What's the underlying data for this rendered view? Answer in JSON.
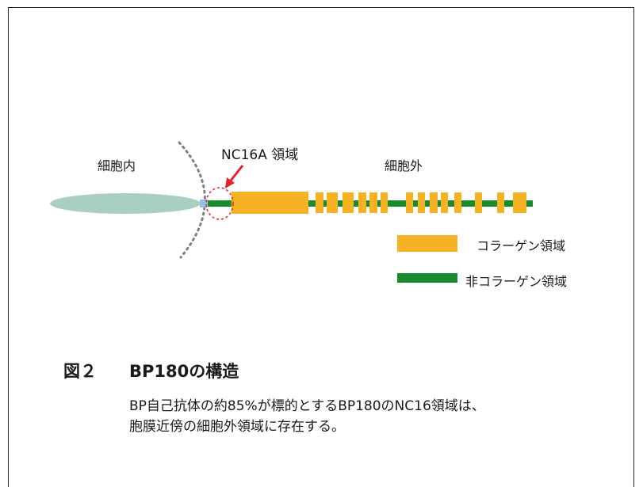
{
  "diagram": {
    "label_intracellular": "細胞内",
    "label_nc16a": "NC16A 領域",
    "label_extracellular": "細胞外",
    "colors": {
      "collagen": "#f5b324",
      "non_collagen": "#1a8a2e",
      "intracellular_domain": "#a9cfc0",
      "membrane": "#808080",
      "arrow": "#e8202a",
      "highlight_circle": "#e8202a"
    },
    "legend": [
      {
        "key": "collagen",
        "label": "コラーゲン領域"
      },
      {
        "key": "non_collagen",
        "label": "非コラーゲン領域"
      }
    ]
  },
  "figure": {
    "number": "図２",
    "title": "BP180の構造",
    "caption_line1": "BP自己抗体の約85%が標的とするBP180のNC16領域は、",
    "caption_line2": "胞膜近傍の細胞外領域に存在する。"
  }
}
